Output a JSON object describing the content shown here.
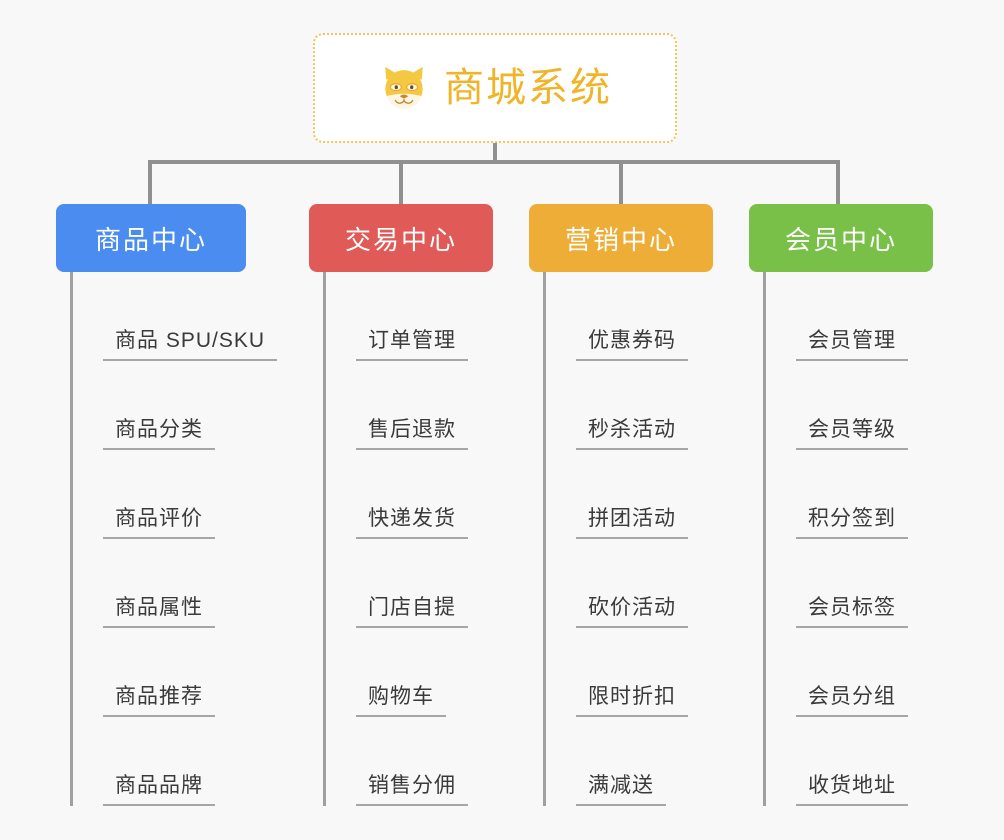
{
  "root": {
    "icon": "shiba-dog-face-icon",
    "title": "商城系统",
    "accent_color": "#f0b429",
    "border_color": "#f5c25b",
    "background": "#ffffff"
  },
  "page": {
    "background_color": "#f8f8f8",
    "connector_color": "#909090",
    "leaf_text_color": "#3a3a3a",
    "leaf_underline_color": "#a6a6a6"
  },
  "columns": [
    {
      "id": "product-center",
      "label": "商品中心",
      "color": "#4a8cf0",
      "items": [
        "商品 SPU/SKU",
        "商品分类",
        "商品评价",
        "商品属性",
        "商品推荐",
        "商品品牌"
      ]
    },
    {
      "id": "trade-center",
      "label": "交易中心",
      "color": "#e05a57",
      "items": [
        "订单管理",
        "售后退款",
        "快递发货",
        "门店自提",
        "购物车",
        "销售分佣"
      ]
    },
    {
      "id": "marketing-center",
      "label": "营销中心",
      "color": "#edad37",
      "items": [
        "优惠券码",
        "秒杀活动",
        "拼团活动",
        "砍价活动",
        "限时折扣",
        "满减送"
      ]
    },
    {
      "id": "member-center",
      "label": "会员中心",
      "color": "#79c049",
      "items": [
        "会员管理",
        "会员等级",
        "积分签到",
        "会员标签",
        "会员分组",
        "收货地址"
      ]
    }
  ]
}
